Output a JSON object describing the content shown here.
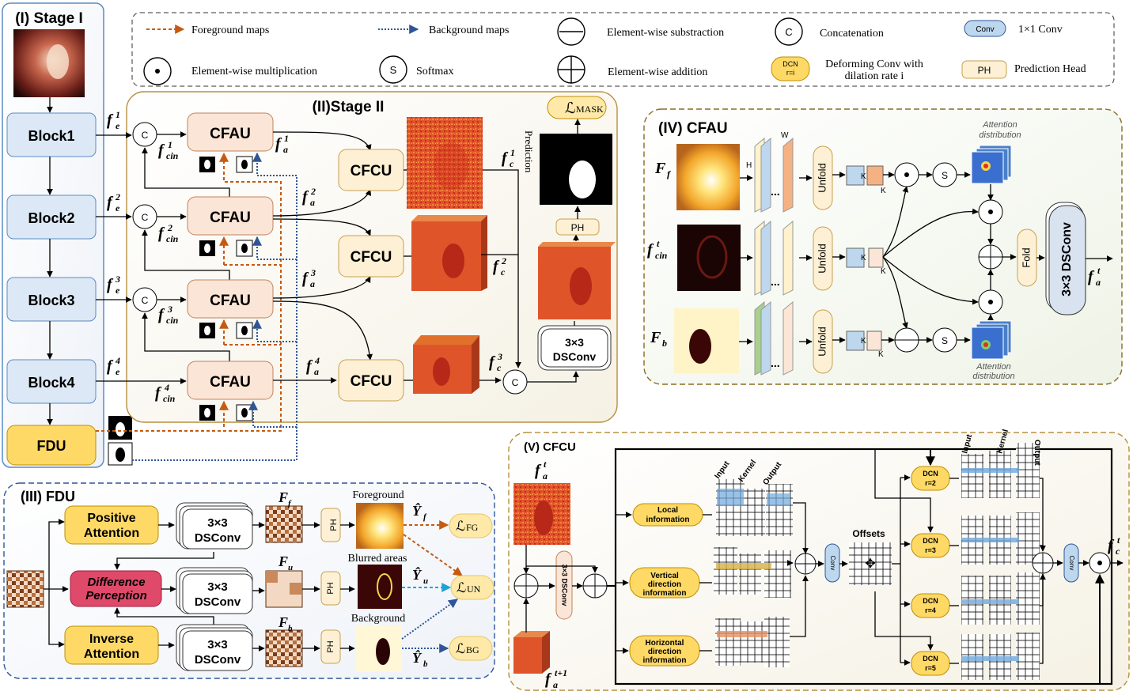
{
  "colors": {
    "block_fill": "#dce8f5",
    "block_stroke": "#5b8bc4",
    "cfau_fill": "#fbe5d6",
    "cfau_stroke": "#c0845c",
    "cfcu_fill": "#fdf0d4",
    "cfcu_stroke": "#c9a050",
    "fdu_fill": "#ffd966",
    "fg_arrow": "#c55a11",
    "bg_arrow": "#2f5597",
    "heat_red": "#d7301f",
    "heat_orange": "#f0782c",
    "diff_fill": "#e04a6a"
  },
  "legend": {
    "fg_maps": "Foreground maps",
    "bg_maps": "Background maps",
    "sub": "Element-wise substraction",
    "concat": "Concatenation",
    "conv_badge": "Conv",
    "conv": "1×1 Conv",
    "mult": "Element-wise multiplication",
    "softmax": "Softmax",
    "add": "Element-wise addition",
    "dcn_badge_1": "DCN",
    "dcn_badge_2": "r=i",
    "dcn_1": "Deforming Conv with",
    "dcn_2": "dilation rate i",
    "ph_badge": "PH",
    "ph": "Prediction Head",
    "c_sym": "C",
    "s_sym": "S"
  },
  "stage1": {
    "title": "(I) Stage I",
    "blocks": [
      "Block1",
      "Block2",
      "Block3",
      "Block4"
    ],
    "fdu": "FDU"
  },
  "stage2": {
    "title": "(II)Stage II",
    "cfau": "CFAU",
    "cfcu": "CFCU",
    "loss_mask": "ℒ",
    "loss_mask_sub": "MASK",
    "prediction": "Prediction",
    "ph": "PH",
    "dsconv_1": "3×3",
    "dsconv_2": "DSConv"
  },
  "feature_labels": {
    "f": "f",
    "e": "e",
    "a": "a",
    "c": "c",
    "cin": "cin",
    "nums": [
      "1",
      "2",
      "3",
      "4"
    ],
    "t": "t",
    "tplus1": "t+1"
  },
  "stage3": {
    "title": "(III) FDU",
    "pos_1": "Positive",
    "pos_2": "Attention",
    "diff_1": "Difference",
    "diff_2": "Perception",
    "inv_1": "Inverse",
    "inv_2": "Attention",
    "ds_1": "3×3",
    "ds_2": "DSConv",
    "ph": "PH",
    "foreground": "Foreground",
    "blurred": "Blurred areas",
    "background": "Background",
    "F": "F",
    "F_sub": [
      "f",
      "u",
      "b"
    ],
    "Y": "Ŷ",
    "Y_sub": [
      "f",
      "u",
      "b"
    ],
    "L": "ℒ",
    "L_sub": [
      "FG",
      "UN",
      "BG"
    ]
  },
  "stage4": {
    "title": "(IV) CFAU",
    "F": "F",
    "subs": [
      "f",
      "b"
    ],
    "cin": "cin",
    "unfold": "Unfold",
    "fold": "Fold",
    "dsconv": "3×3 DSConv",
    "att_1": "Attention",
    "att_2": "distribution",
    "H": "H",
    "W": "W",
    "K": "K",
    "dots": "..."
  },
  "stage5": {
    "title": "(V) CFCU",
    "local_1": "Local",
    "local_2": "information",
    "vert_1": "Vertical",
    "vert_2": "direction",
    "vert_3": "information",
    "horiz_1": "Horizontal",
    "horiz_2": "direction",
    "horiz_3": "information",
    "offsets": "Offsets",
    "conv": "Conv",
    "dsconv": "3×3 DSConv",
    "dcn": "DCN",
    "rates": [
      "r=2",
      "r=3",
      "r=4",
      "r=5"
    ],
    "input": "Input",
    "kernel": "Kernel",
    "output": "Output"
  }
}
